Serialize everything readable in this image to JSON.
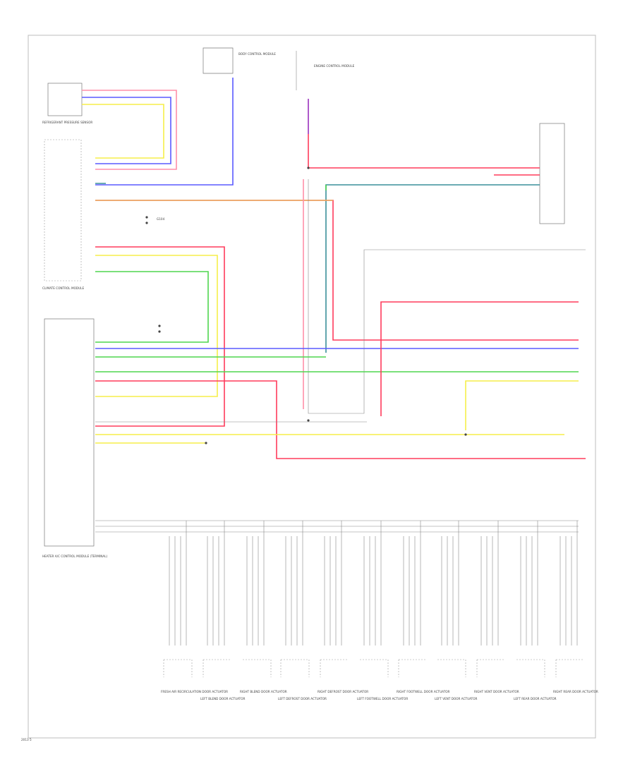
{
  "diagram": {
    "page_ref": "2013 5",
    "wire_colors": {
      "red": "#ff3b5c",
      "pink": "#ff8fa8",
      "blue": "#5a5aff",
      "yellow": "#f5ee4a",
      "green": "#4fd64f",
      "teal": "#3a8f9a",
      "gray": "#bbbbbb",
      "dark": "#555555"
    },
    "labels": {
      "humidity_sensor": "REFRIGERANT PRESSURE SENSOR",
      "control_module": "HEATER A/C CONTROL MODULE (TERMINAL)",
      "climate_module": "CLIMATE CONTROL MODULE",
      "body_module": "BODY CONTROL MODULE",
      "engine_module": "ENGINE CONTROL MODULE",
      "ground": "G104"
    },
    "actuators": [
      "FRESH AIR RECIRCULATION DOOR ACTUATOR",
      "LEFT BLEND DOOR ACTUATOR",
      "RIGHT BLEND DOOR ACTUATOR",
      "LEFT DEFROST DOOR ACTUATOR",
      "RIGHT DEFROST DOOR ACTUATOR",
      "LEFT FOOTWELL DOOR ACTUATOR",
      "RIGHT FOOTWELL DOOR ACTUATOR",
      "LEFT VENT DOOR ACTUATOR",
      "RIGHT VENT DOOR ACTUATOR",
      "LEFT REAR DOOR ACTUATOR",
      "RIGHT REAR DOOR ACTUATOR"
    ]
  }
}
